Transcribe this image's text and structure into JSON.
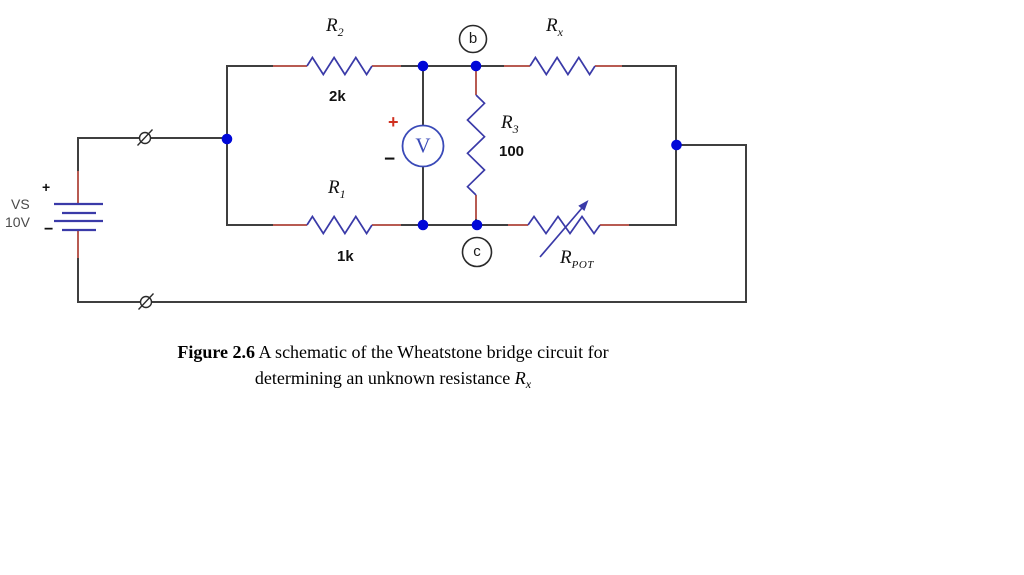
{
  "colors": {
    "wire": "#3f3f3f",
    "resistor_zigzag": "#3a3aa8",
    "lead_segments": "#b85b52",
    "junction_dot": "#0008d8",
    "voltmeter_outline": "#3a4ab8",
    "plus_red": "#d03020"
  },
  "source": {
    "name": "VS",
    "value": "10V",
    "plus": "+",
    "minus": "−"
  },
  "voltmeter": {
    "symbol": "V",
    "plus": "+",
    "minus": "−"
  },
  "resistors": {
    "r2": {
      "symbol": "R",
      "sub": "2",
      "value": "2k"
    },
    "r1": {
      "symbol": "R",
      "sub": "1",
      "value": "1k"
    },
    "rx": {
      "symbol": "R",
      "sub": "x"
    },
    "r3": {
      "symbol": "R",
      "sub": "3",
      "value": "100"
    },
    "rpot": {
      "symbol": "R",
      "sub": "POT"
    }
  },
  "node_labels": {
    "b": "b",
    "c": "c"
  },
  "caption": {
    "figure_label": "Figure 2.6",
    "line1_rest": " A schematic of the Wheatstone bridge circuit for",
    "line2_text": "determining an unknown resistance ",
    "line2_symbol": "R",
    "line2_symbol_sub": "x"
  }
}
